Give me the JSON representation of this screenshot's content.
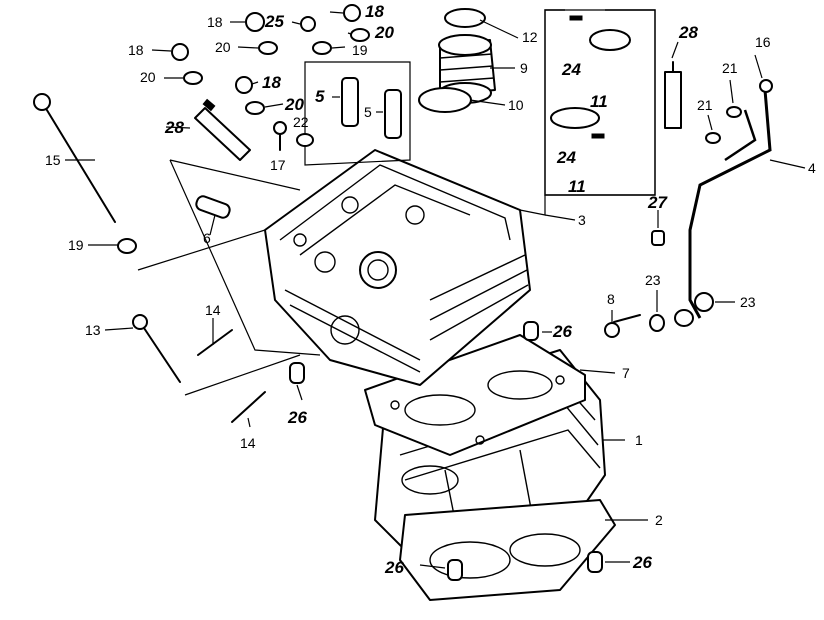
{
  "callouts": [
    {
      "id": "c1",
      "text": "1"
    },
    {
      "id": "c2",
      "text": "2"
    },
    {
      "id": "c3",
      "text": "3"
    },
    {
      "id": "c4",
      "text": "4"
    },
    {
      "id": "c5a",
      "text": "5"
    },
    {
      "id": "c5b",
      "text": "5"
    },
    {
      "id": "c6",
      "text": "6"
    },
    {
      "id": "c7",
      "text": "7"
    },
    {
      "id": "c8",
      "text": "8"
    },
    {
      "id": "c9",
      "text": "9"
    },
    {
      "id": "c10",
      "text": "10"
    },
    {
      "id": "c11a",
      "text": "11"
    },
    {
      "id": "c11b",
      "text": "11"
    },
    {
      "id": "c12",
      "text": "12"
    },
    {
      "id": "c13",
      "text": "13"
    },
    {
      "id": "c14a",
      "text": "14"
    },
    {
      "id": "c14b",
      "text": "14"
    },
    {
      "id": "c15",
      "text": "15"
    },
    {
      "id": "c16",
      "text": "16"
    },
    {
      "id": "c17",
      "text": "17"
    },
    {
      "id": "c18a",
      "text": "18"
    },
    {
      "id": "c18b",
      "text": "18"
    },
    {
      "id": "c18c",
      "text": "18"
    },
    {
      "id": "c18d",
      "text": "18"
    },
    {
      "id": "c19a",
      "text": "19"
    },
    {
      "id": "c19b",
      "text": "19"
    },
    {
      "id": "c20a",
      "text": "20"
    },
    {
      "id": "c20b",
      "text": "20"
    },
    {
      "id": "c20c",
      "text": "20"
    },
    {
      "id": "c20d",
      "text": "20"
    },
    {
      "id": "c21a",
      "text": "21"
    },
    {
      "id": "c21b",
      "text": "21"
    },
    {
      "id": "c22",
      "text": "22"
    },
    {
      "id": "c23a",
      "text": "23"
    },
    {
      "id": "c23b",
      "text": "23"
    },
    {
      "id": "c24a",
      "text": "24"
    },
    {
      "id": "c24b",
      "text": "24"
    },
    {
      "id": "c25",
      "text": "25"
    },
    {
      "id": "c26a",
      "text": "26"
    },
    {
      "id": "c26b",
      "text": "26"
    },
    {
      "id": "c26c",
      "text": "26"
    },
    {
      "id": "c26d",
      "text": "26"
    },
    {
      "id": "c27",
      "text": "27"
    },
    {
      "id": "c28a",
      "text": "28"
    },
    {
      "id": "c28b",
      "text": "28"
    }
  ]
}
